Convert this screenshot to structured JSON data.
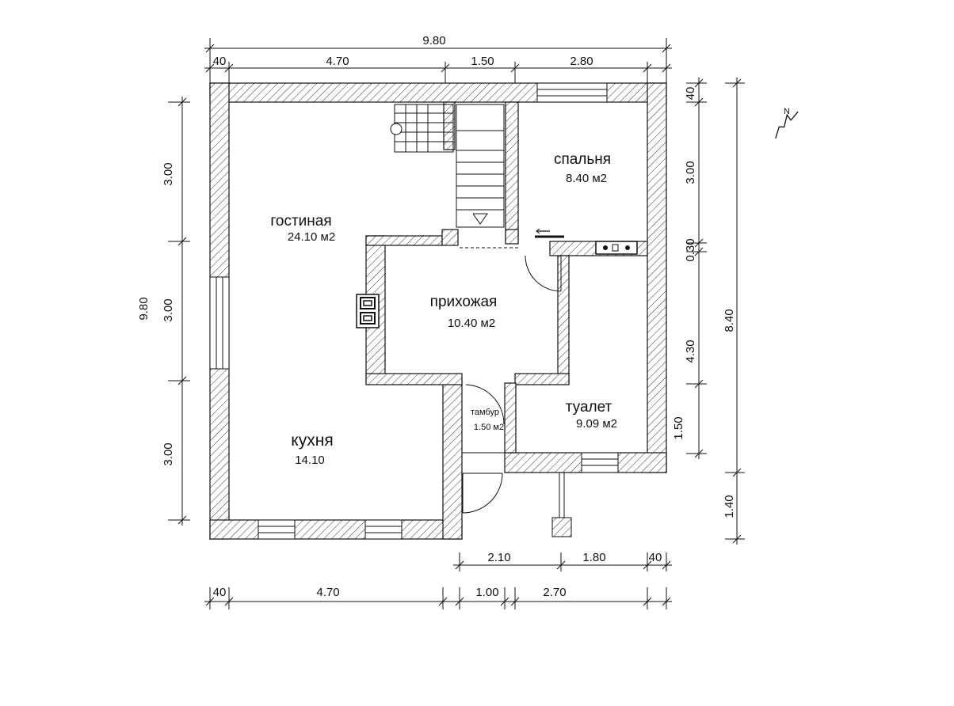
{
  "rooms": {
    "living": {
      "name": "гостиная",
      "area": "24.10 м2"
    },
    "bedroom": {
      "name": "спальня",
      "area": "8.40 м2"
    },
    "hall": {
      "name": "прихожая",
      "area": "10.40 м2"
    },
    "toilet": {
      "name": "туалет",
      "area": "9.09 м2"
    },
    "vestibule": {
      "name": "тамбур",
      "area": "1.50 м2"
    },
    "kitchen": {
      "name": "кухня",
      "area": "14.10"
    }
  },
  "dimensions": {
    "top_total": "9.80",
    "top_segments": [
      "40",
      "4.70",
      "1.50",
      "2.80"
    ],
    "left_total": "9.80",
    "left_segments": [
      "3.00",
      "3.00",
      "3.00"
    ],
    "right_segments": [
      "40",
      "3.00",
      "0.30",
      "4.30",
      "1.50"
    ],
    "right_total_upper": "8.40",
    "right_total_lower": "1.40",
    "bottom_row1": [
      "2.10",
      "1.80",
      "40"
    ],
    "bottom_row2": [
      "40",
      "4.70",
      "1.00",
      "2.70"
    ]
  }
}
